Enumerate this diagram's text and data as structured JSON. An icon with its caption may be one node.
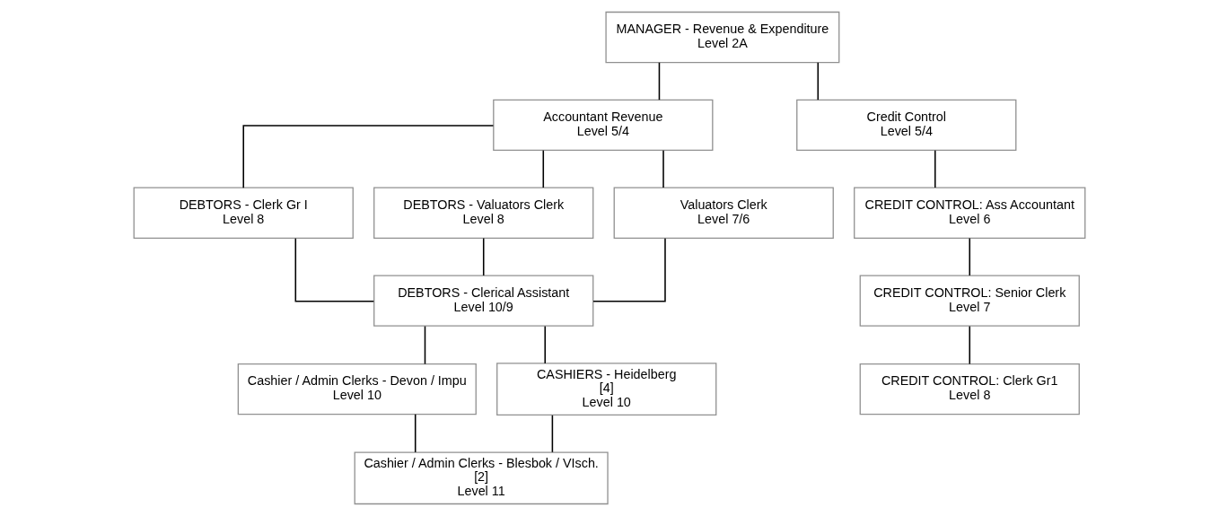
{
  "diagram": {
    "nodes": [
      {
        "text": [
          "MANAGER - Revenue & Expenditure",
          "Level 2A"
        ]
      },
      {
        "text": [
          "Accountant Revenue",
          "Level 5/4"
        ]
      },
      {
        "text": [
          "Credit Control",
          "Level 5/4"
        ]
      },
      {
        "text": [
          "DEBTORS - Clerk Gr I",
          "Level 8"
        ]
      },
      {
        "text": [
          "DEBTORS - Valuators Clerk",
          "Level 8"
        ]
      },
      {
        "text": [
          "Valuators Clerk",
          "Level 7/6"
        ]
      },
      {
        "text": [
          "DEBTORS - Clerical Assistant",
          "Level 10/9"
        ]
      },
      {
        "text": [
          "Cashier / Admin Clerks - Devon / Impu",
          "Level 10"
        ]
      },
      {
        "text": [
          "CASHIERS - Heidelberg",
          "[4]",
          "Level 10"
        ]
      },
      {
        "text": [
          "Cashier / Admin Clerks - Blesbok / VIsch.",
          "[2]",
          "Level 11"
        ]
      },
      {
        "text": [
          "CREDIT CONTROL: Ass Accountant",
          "Level 6"
        ]
      },
      {
        "text": [
          "CREDIT CONTROL: Senior Clerk",
          "Level 7"
        ]
      },
      {
        "text": [
          "CREDIT CONTROL: Clerk Gr1",
          "Level 8"
        ]
      }
    ],
    "edges": [
      {
        "from": 0,
        "to": 1,
        "arrow": "none"
      },
      {
        "from": 0,
        "to": 2,
        "arrow": "none"
      },
      {
        "from": 1,
        "to": 3,
        "arrow": "none"
      },
      {
        "from": 1,
        "to": 4,
        "arrow": "none"
      },
      {
        "from": 1,
        "to": 5,
        "arrow": "none"
      },
      {
        "from": 3,
        "to": 6,
        "arrow": "none"
      },
      {
        "from": 4,
        "to": 6,
        "arrow": "none"
      },
      {
        "from": 5,
        "to": 6,
        "arrow": "none"
      },
      {
        "from": 6,
        "to": 7,
        "arrow": "none"
      },
      {
        "from": 6,
        "to": 8,
        "arrow": "none"
      },
      {
        "from": 7,
        "to": 9,
        "arrow": "none"
      },
      {
        "from": 8,
        "to": 9,
        "arrow": "none"
      },
      {
        "from": 2,
        "to": 10,
        "arrow": "none"
      },
      {
        "from": 10,
        "to": 11,
        "arrow": "none"
      },
      {
        "from": 11,
        "to": 12,
        "arrow": "none"
      }
    ]
  }
}
